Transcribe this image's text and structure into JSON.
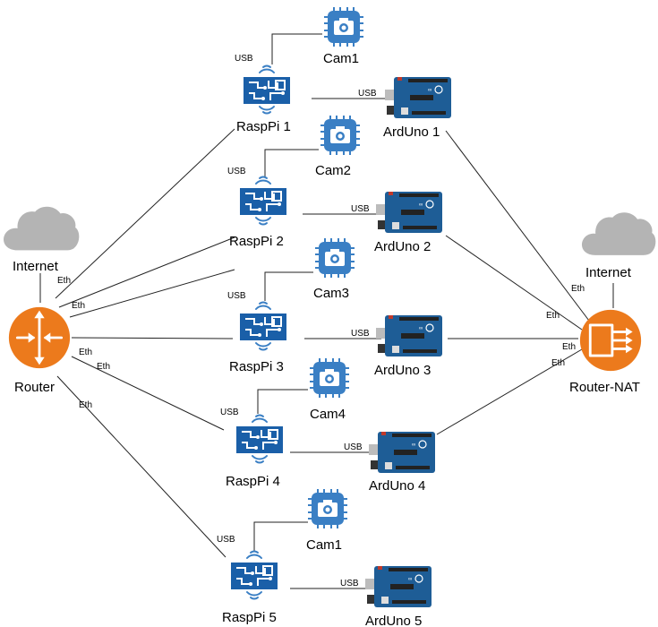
{
  "colors": {
    "chip_blue": "#1a5fa8",
    "camera_blue": "#3a7fc4",
    "arduino_blue": "#1e5d96",
    "router_orange": "#ec7a1c",
    "cloud_gray": "#b4b4b4"
  },
  "left_cloud_label": "Internet",
  "right_cloud_label": "Internet",
  "router_label": "Router",
  "router_nat_label": "Router-NAT",
  "rpis": [
    {
      "label": "RaspPi 1"
    },
    {
      "label": "RaspPi 2"
    },
    {
      "label": "RaspPi 3"
    },
    {
      "label": "RaspPi 4"
    },
    {
      "label": "RaspPi 5"
    }
  ],
  "cams": [
    {
      "label": "Cam1"
    },
    {
      "label": "Cam2"
    },
    {
      "label": "Cam3"
    },
    {
      "label": "Cam4"
    },
    {
      "label": "Cam1"
    }
  ],
  "arduinos": [
    {
      "label": "ArdUno 1"
    },
    {
      "label": "ArdUno 2"
    },
    {
      "label": "ArdUno 3"
    },
    {
      "label": "ArdUno 4"
    },
    {
      "label": "ArdUno 5"
    }
  ],
  "edge_labels": {
    "eth": "Eth",
    "usb": "USB"
  }
}
